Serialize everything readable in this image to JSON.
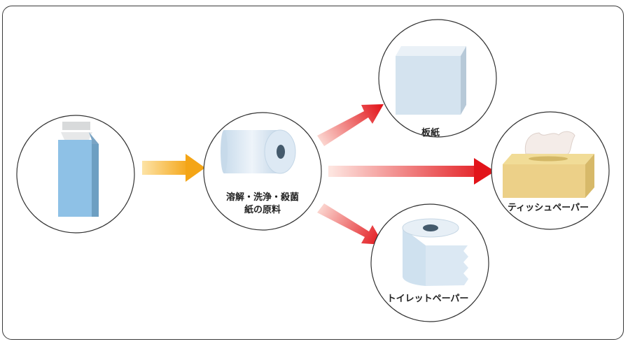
{
  "nodes": {
    "carton": {
      "label": ""
    },
    "pulp": {
      "label_line1": "溶解・洗浄・殺菌",
      "label_line2": "紙の原料"
    },
    "board": {
      "label": "板紙"
    },
    "tissue": {
      "label": "ティッシュペーパー"
    },
    "toilet": {
      "label": "トイレットペーパー"
    }
  },
  "colors": {
    "input_arrow": "#f5a51c",
    "output_arrow": "#e3161b",
    "circle_stroke": "#333333"
  }
}
